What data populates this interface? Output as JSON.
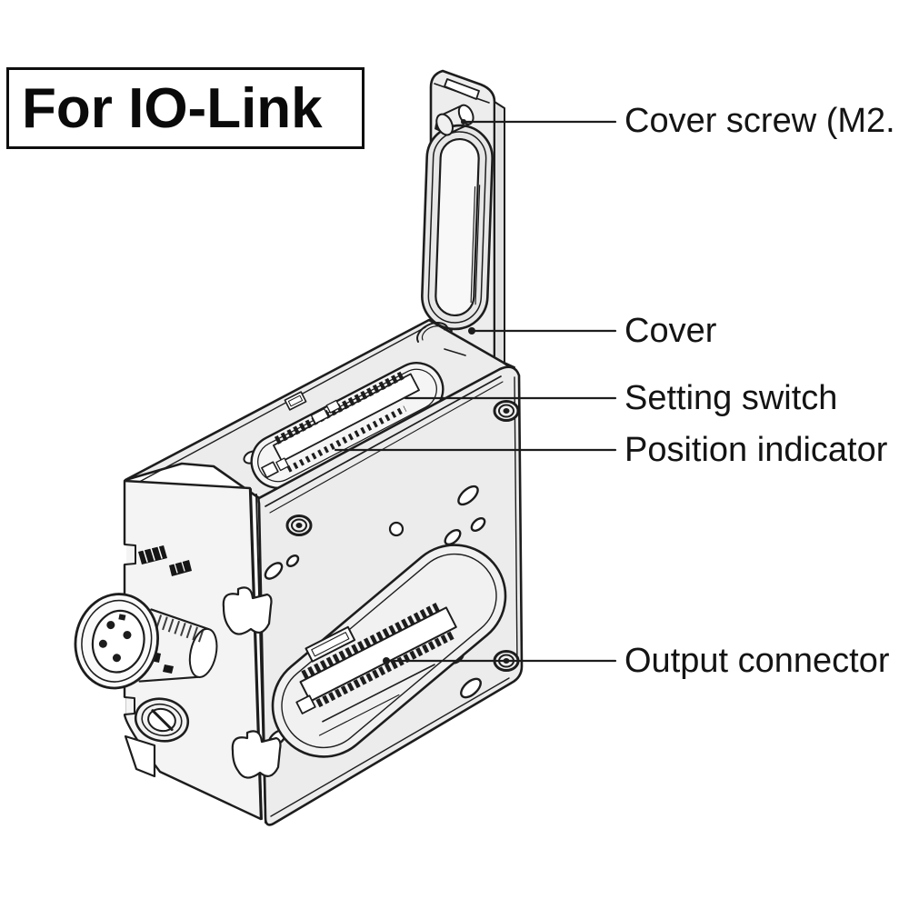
{
  "title": "For IO-Link",
  "labels": [
    {
      "id": "cover-screw",
      "text": "Cover screw (M2."
    },
    {
      "id": "cover",
      "text": "Cover"
    },
    {
      "id": "setting-switch",
      "text": "Setting switch"
    },
    {
      "id": "position-indicator",
      "text": "Position indicator"
    },
    {
      "id": "output-connector",
      "text": "Output connector"
    }
  ],
  "colors": {
    "line": "#1d1d1d",
    "face": "#ececec",
    "face_light": "#f4f4f4",
    "recess": "#f5f5f5",
    "background": "#ffffff",
    "text": "#141414"
  }
}
